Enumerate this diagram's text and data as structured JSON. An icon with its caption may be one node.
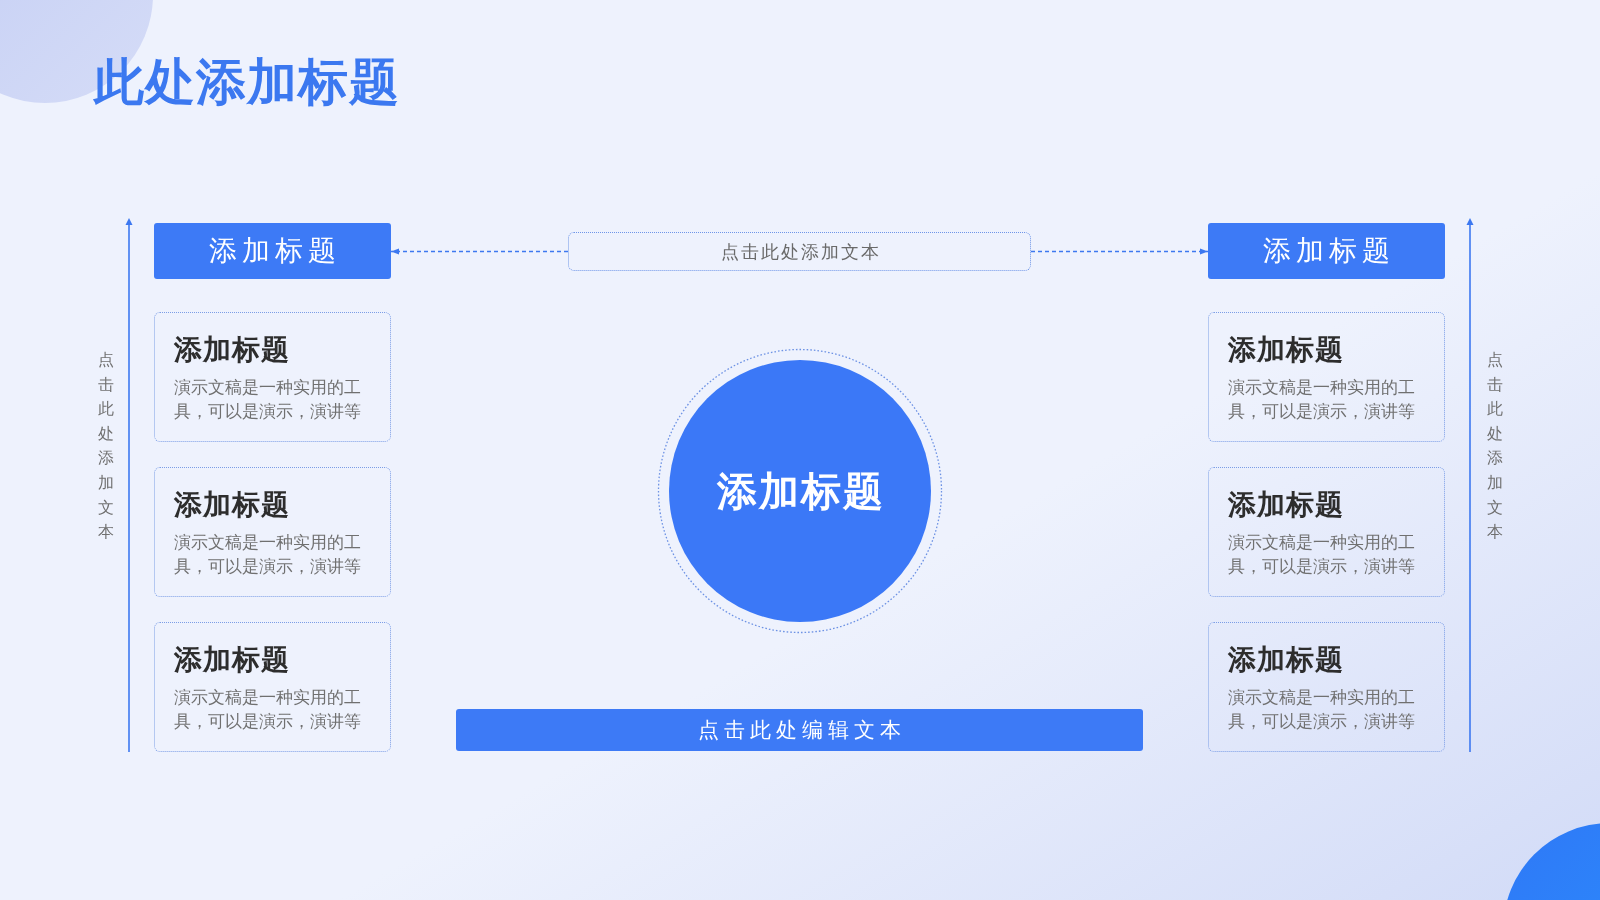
{
  "diagram": {
    "title": "此处添加标题",
    "nodes": [
      {
        "text": [
          "添加标题"
        ]
      },
      {
        "text": [
          "点击此处添加文本"
        ]
      },
      {
        "text": [
          "添加标题"
        ]
      },
      {
        "text": [
          "添加标题",
          "演示文稿是一种实用的工具，可以是演示，演讲等"
        ]
      },
      {
        "text": [
          "添加标题",
          "演示文稿是一种实用的工具，可以是演示，演讲等"
        ]
      },
      {
        "text": [
          "添加标题",
          "演示文稿是一种实用的工具，可以是演示，演讲等"
        ]
      },
      {
        "text": [
          "添加标题"
        ]
      },
      {
        "text": [
          "点击此处编辑文本"
        ]
      },
      {
        "text": [
          "添加标题",
          "演示文稿是一种实用的工具，可以是演示，演讲等"
        ]
      },
      {
        "text": [
          "添加标题",
          "演示文稿是一种实用的工具，可以是演示，演讲等"
        ]
      },
      {
        "text": [
          "添加标题",
          "演示文稿是一种实用的工具，可以是演示，演讲等"
        ]
      }
    ],
    "edges": [
      {
        "from": 1,
        "to": 0,
        "arrow": "to",
        "style": "dashed"
      },
      {
        "from": 1,
        "to": 2,
        "arrow": "to",
        "style": "dashed"
      }
    ],
    "labels": [
      "点击此处添加文本",
      "点击此处添加文本"
    ]
  }
}
